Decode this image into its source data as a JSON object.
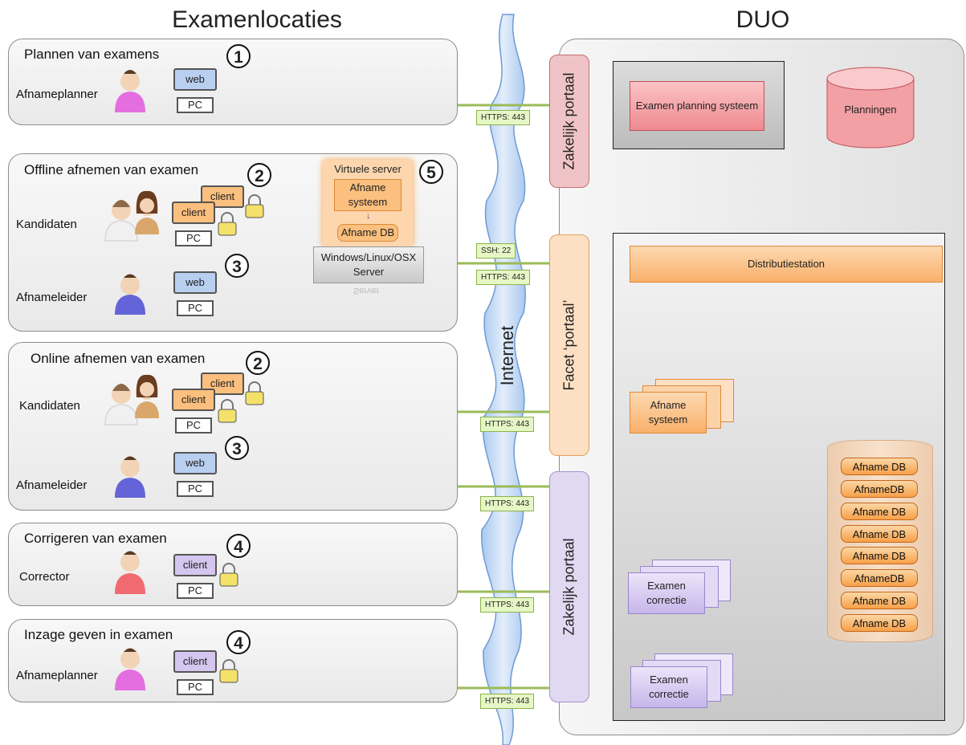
{
  "headings": {
    "left": "Examenlocaties",
    "right": "DUO"
  },
  "sections": [
    {
      "title": "Plannen van examens",
      "num": "1"
    },
    {
      "title": "Offline afnemen van examen",
      "num": "2",
      "num2": "3"
    },
    {
      "title": "Online afnemen van examen",
      "num": "2",
      "num2": "3"
    },
    {
      "title": "Corrigeren van examen",
      "num": "4"
    },
    {
      "title": "Inzage geven in examen",
      "num": "4"
    }
  ],
  "roles": {
    "afnameplanner": "Afnameplanner",
    "kandidaten": "Kandidaten",
    "afnameleider": "Afnameleider",
    "corrector": "Corrector"
  },
  "devices": {
    "web": "web",
    "client": "client",
    "pc": "PC"
  },
  "virtual_server": {
    "title": "Virtuele server",
    "system": "Afname systeem",
    "db": "Afname DB",
    "server": "Windows/Linux/OSX Server",
    "num": "5",
    "reflection": "Server"
  },
  "internet": "Internet",
  "badges": [
    "HTTPS: 443",
    "SSH: 22",
    "HTTPS: 443",
    "HTTPS: 443",
    "HTTPS: 443",
    "HTTPS: 443",
    "HTTPS: 443"
  ],
  "portals": [
    "Zakelijk  portaal",
    "Facet ‘portaal’",
    "Zakelijk  portaal"
  ],
  "duo": {
    "planning_system": "Examen planning systeem",
    "planningen": "Planningen",
    "distributiestation": "Distributiestation",
    "afname_systeem": "Afname systeem",
    "correctie_1": "Examen correctie",
    "correctie_2": "Examen correctie",
    "db_stack": [
      "Afname DB",
      "AfnameDB",
      "Afname DB",
      "Afname DB",
      "Afname DB",
      "AfnameDB",
      "Afname DB",
      "Afname DB"
    ]
  },
  "colors": {
    "arrow_green": "#9bbb59",
    "arrow_grey": "#7f7f7f",
    "planning_red": "#f2a0a4",
    "orange": "#fbbf7e",
    "purple": "#d4c6ee",
    "internet_blue": "#c6dcf5",
    "web_blue": "#b8cff0"
  }
}
